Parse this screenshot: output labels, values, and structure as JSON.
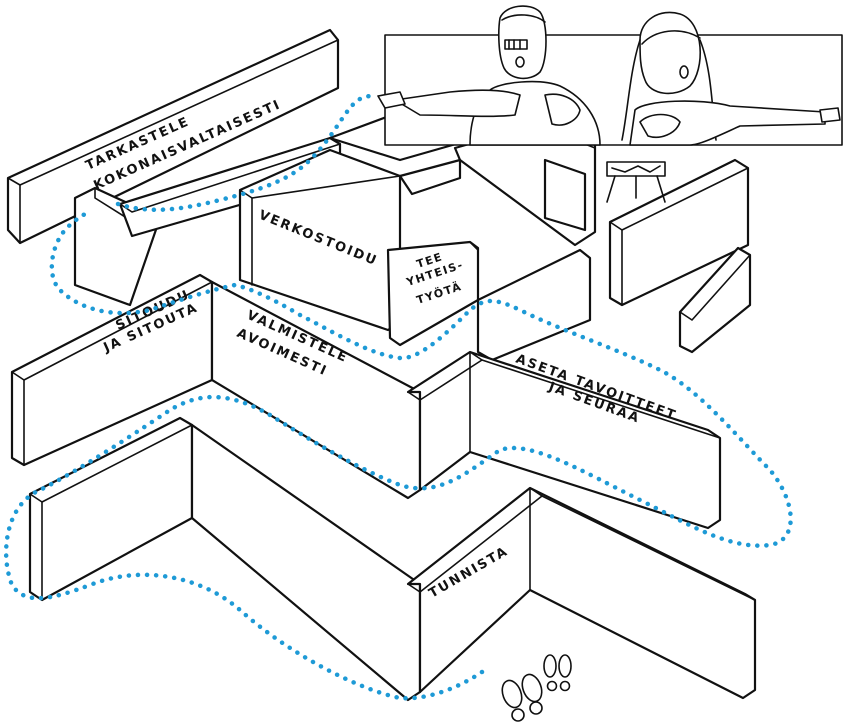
{
  "colors": {
    "ink": "#111111",
    "path_dots": "#1e9ad6",
    "background": "#ffffff"
  },
  "walls": {
    "tarkastele_line1": "TARKASTELE",
    "tarkastele_line2": "KOKONAISVALTAISESTI",
    "verkostoidu": "VERKOSTOIDU",
    "tee_line1": "TEE",
    "tee_line2": "YHTEIS-",
    "tee_line3": "TYÖTÄ",
    "sitoudu_line1": "SITOUDU",
    "sitoudu_line2": "JA SITOUTA",
    "valmistele_line1": "VALMISTELE",
    "valmistele_line2": "AVOIMESTI",
    "aseta_line1": "ASETA TAVOITTEET",
    "aseta_line2": "JA SEURAA",
    "tunnista": "TUNNISTA"
  },
  "icons": {
    "footprints": "footprints-icon",
    "people": "pointing-people-illustration",
    "easel": "easel-icon"
  }
}
